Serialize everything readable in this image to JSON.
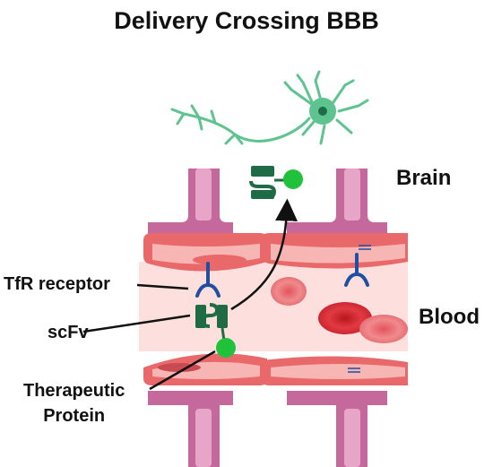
{
  "title": "Delivery Crossing BBB",
  "labels": {
    "brain": "Brain",
    "blood": "Blood",
    "tfr_receptor": "TfR receptor",
    "scfv": "scFv",
    "therapeutic_line1": "Therapeutic",
    "therapeutic_line2": "Protein"
  },
  "colors": {
    "neuron": "#5ec48f",
    "endothelium": "#e9686a",
    "endothelium_light": "#f7b6b4",
    "vessel_lumen": "#fde0dd",
    "pericyte": "#c5689c",
    "pericyte_light": "#e7a6c8",
    "receptor": "#1f4fa0",
    "scfv": "#1f6b46",
    "protein": "#20c23c",
    "red_cell": "#e23a43"
  }
}
